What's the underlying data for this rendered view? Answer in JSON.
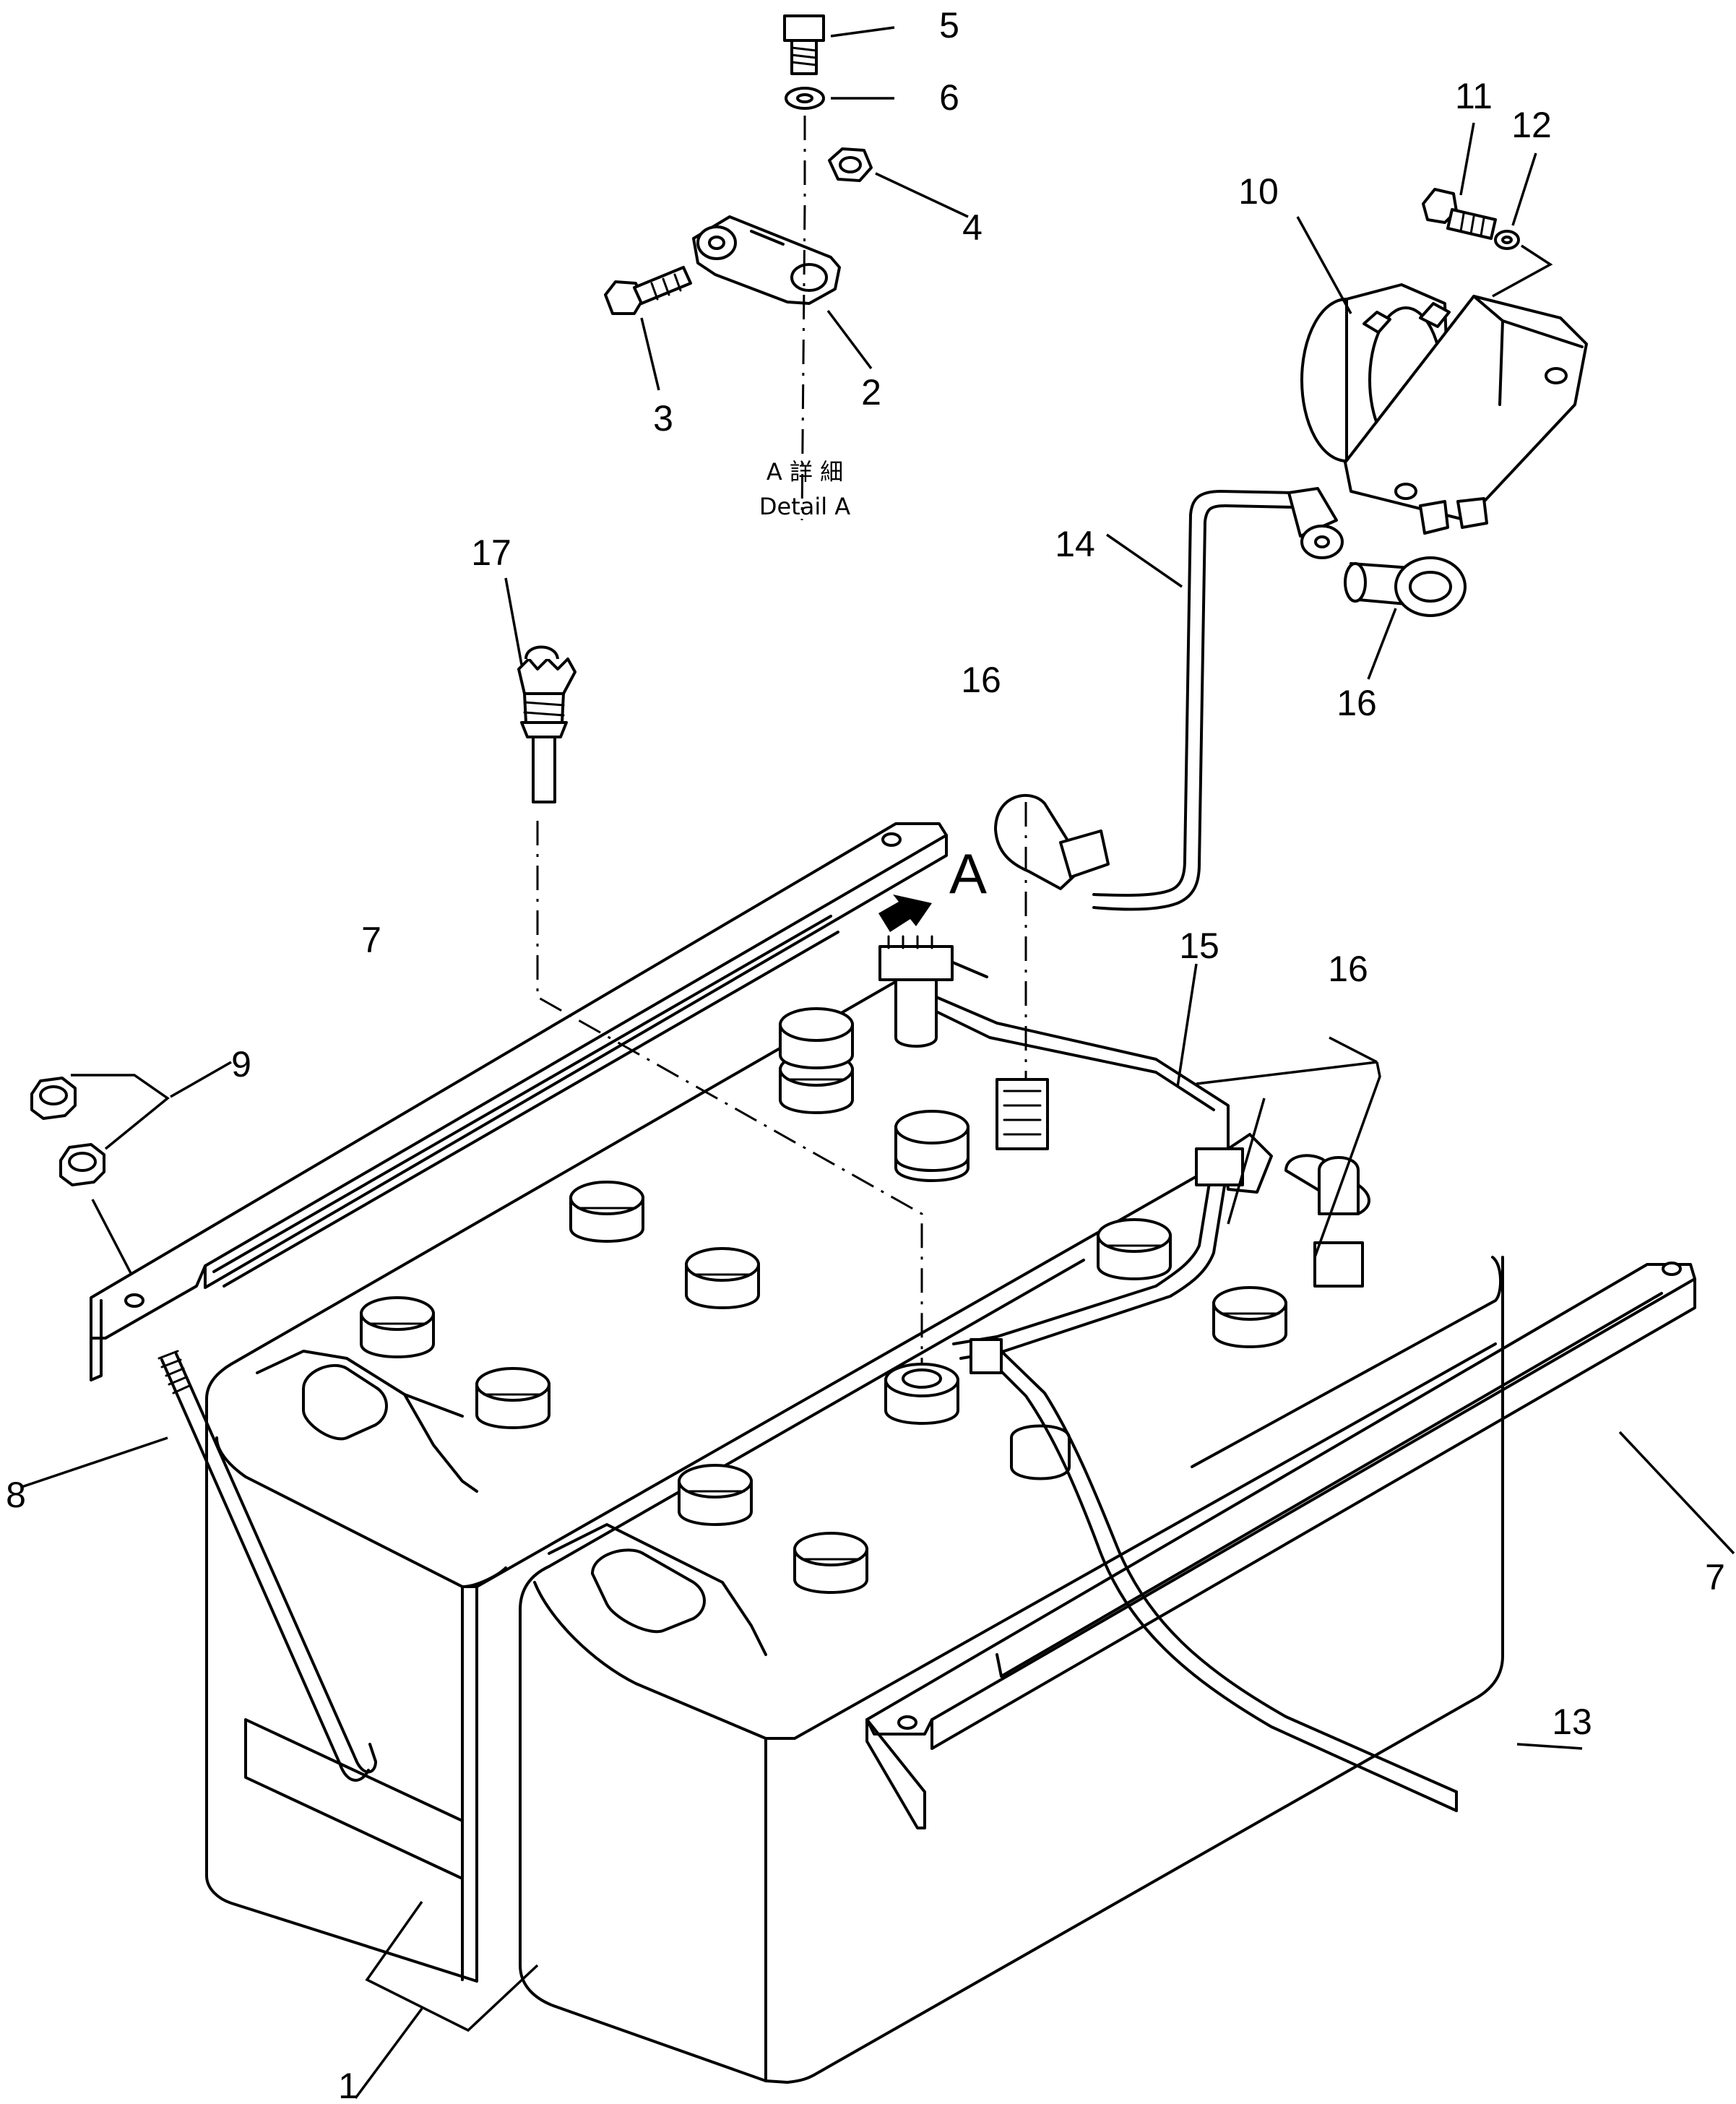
{
  "detail_view": {
    "title_jp": "A 詳 細",
    "title_en": "Detail A"
  },
  "view_marker": "A",
  "callouts": {
    "c1": "1",
    "c2": "2",
    "c3": "3",
    "c4": "4",
    "c5": "5",
    "c6": "6",
    "c7a": "7",
    "c7b": "7",
    "c8": "8",
    "c9": "9",
    "c10": "10",
    "c11": "11",
    "c12": "12",
    "c13": "13",
    "c14": "14",
    "c15": "15",
    "c16a": "16",
    "c16b": "16",
    "c16c": "16",
    "c17": "17"
  }
}
